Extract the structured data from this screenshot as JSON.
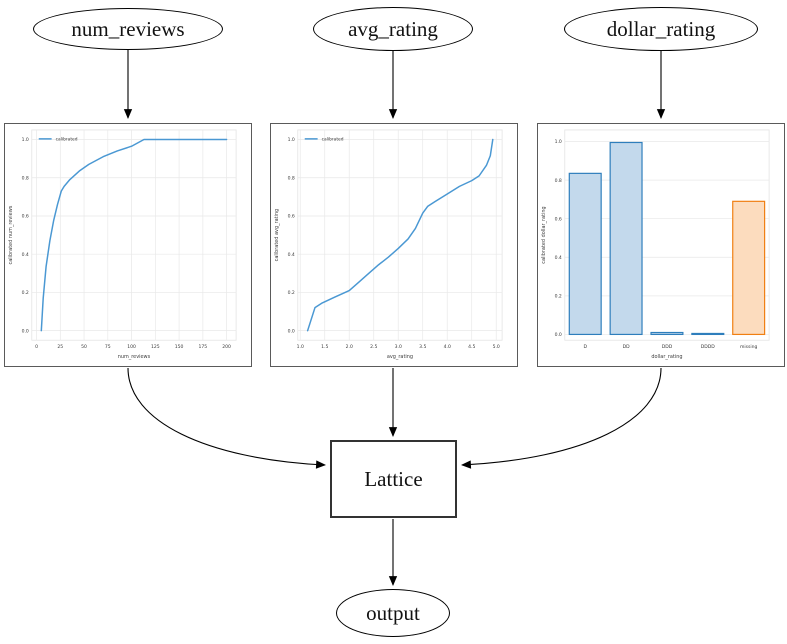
{
  "diagram": {
    "nodes": {
      "num_reviews": {
        "label": "num_reviews",
        "shape": "ellipse"
      },
      "avg_rating": {
        "label": "avg_rating",
        "shape": "ellipse"
      },
      "dollar_rating": {
        "label": "dollar_rating",
        "shape": "ellipse"
      },
      "lattice": {
        "label": "Lattice",
        "shape": "box"
      },
      "output": {
        "label": "output",
        "shape": "ellipse"
      }
    },
    "edges": [
      {
        "from": "num_reviews",
        "to": "num_reviews_calibrator"
      },
      {
        "from": "avg_rating",
        "to": "avg_rating_calibrator"
      },
      {
        "from": "dollar_rating",
        "to": "dollar_rating_calibrator"
      },
      {
        "from": "num_reviews_calibrator",
        "to": "lattice"
      },
      {
        "from": "avg_rating_calibrator",
        "to": "lattice"
      },
      {
        "from": "dollar_rating_calibrator",
        "to": "lattice"
      },
      {
        "from": "lattice",
        "to": "output"
      }
    ]
  },
  "chart_data": [
    {
      "type": "line",
      "xlabel": "num_reviews",
      "ylabel": "calibrated num_reviews",
      "legend": [
        "calibrated"
      ],
      "legend_position": "upper left",
      "grid": true,
      "line_color": "#4a98d3",
      "xlim": [
        -5,
        210
      ],
      "ylim": [
        -0.05,
        1.05
      ],
      "xticks": [
        0,
        25,
        50,
        75,
        100,
        125,
        150,
        175,
        200
      ],
      "yticks": [
        "0.0",
        "0.2",
        "0.4",
        "0.6",
        "0.8",
        "1.0"
      ],
      "x": [
        5,
        7,
        10,
        14,
        18,
        22,
        26,
        29,
        35,
        45,
        55,
        70,
        85,
        100,
        113,
        200
      ],
      "y": [
        0.0,
        0.17,
        0.335,
        0.47,
        0.575,
        0.66,
        0.73,
        0.755,
        0.79,
        0.835,
        0.87,
        0.91,
        0.94,
        0.965,
        1.0,
        1.0
      ]
    },
    {
      "type": "line",
      "xlabel": "avg_rating",
      "ylabel": "calibrated avg_rating",
      "legend": [
        "calibrated"
      ],
      "legend_position": "upper left",
      "grid": true,
      "line_color": "#4a98d3",
      "xlim": [
        0.95,
        5.12
      ],
      "ylim": [
        -0.05,
        1.05
      ],
      "xticks": [
        "1.0",
        "1.5",
        "2.0",
        "2.5",
        "3.0",
        "3.5",
        "4.0",
        "4.5",
        "5.0"
      ],
      "yticks": [
        "0.0",
        "0.2",
        "0.4",
        "0.6",
        "0.8",
        "1.0"
      ],
      "x": [
        1.15,
        1.3,
        1.45,
        1.7,
        2.0,
        2.2,
        2.4,
        2.6,
        2.8,
        3.0,
        3.2,
        3.35,
        3.5,
        3.6,
        3.75,
        4.0,
        4.25,
        4.5,
        4.65,
        4.8,
        4.88,
        4.93
      ],
      "y": [
        0.0,
        0.12,
        0.145,
        0.175,
        0.21,
        0.255,
        0.3,
        0.345,
        0.385,
        0.43,
        0.48,
        0.535,
        0.615,
        0.65,
        0.675,
        0.715,
        0.755,
        0.785,
        0.81,
        0.865,
        0.915,
        1.0
      ]
    },
    {
      "type": "bar",
      "xlabel": "dollar_rating",
      "ylabel": "calibrated dollar_rating",
      "grid": true,
      "categories": [
        "D",
        "DD",
        "DDD",
        "DDDD",
        "missing"
      ],
      "values": [
        0.835,
        0.995,
        0.01,
        0.005,
        0.69
      ],
      "bar_fill": [
        "#c3d9ec",
        "#c3d9ec",
        "#c3d9ec",
        "#c3d9ec",
        "#fcdcbe"
      ],
      "bar_edge": [
        "#2e7ebc",
        "#2e7ebc",
        "#2e7ebc",
        "#2e7ebc",
        "#f07f12"
      ],
      "ylim": [
        -0.03,
        1.06
      ],
      "yticks": [
        "0.0",
        "0.2",
        "0.4",
        "0.6",
        "0.8",
        "1.0"
      ]
    }
  ]
}
